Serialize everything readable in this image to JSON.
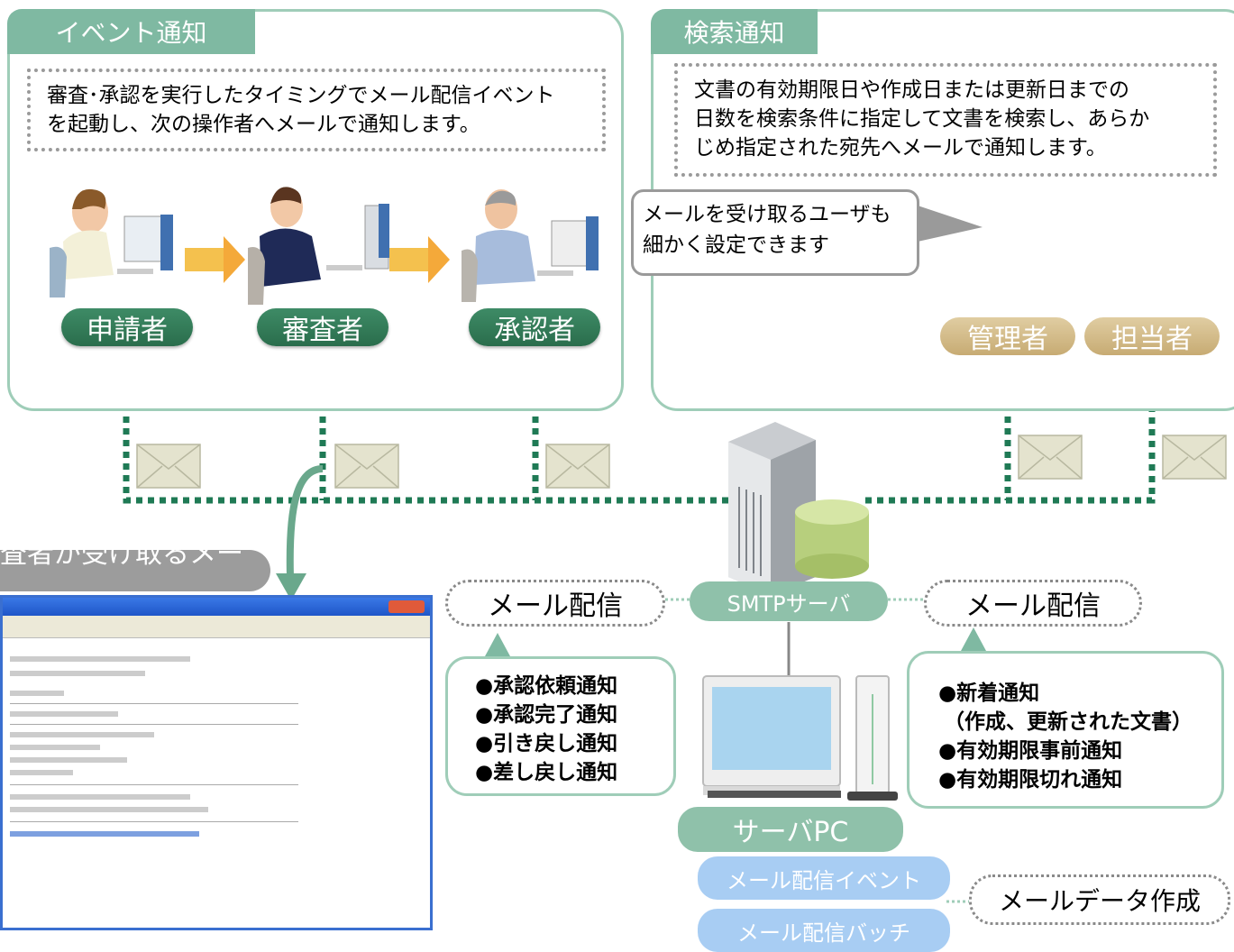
{
  "event_panel": {
    "title": "イベント通知",
    "description_line1": "審査･承認を実行したタイミングでメール配信イベント",
    "description_line2": "を起動し、次の操作者へメールで通知します。",
    "roles": [
      "申請者",
      "審査者",
      "承認者"
    ]
  },
  "search_panel": {
    "title": "検索通知",
    "description_line1": "文書の有効期限日や作成日または更新日までの",
    "description_line2": "日数を検索条件に指定して文書を検索し、あらか",
    "description_line3": "じめ指定された宛先へメールで通知します。",
    "callout_line1": "メールを受け取るユーザも",
    "callout_line2": "細かく設定できます",
    "roles": [
      "管理者",
      "担当者"
    ]
  },
  "mail_preview": {
    "caption": "審査者が受け取るメール"
  },
  "smtp_label": "SMTPサーバ",
  "delivery_left": {
    "label": "メール配信",
    "items": [
      "●承認依頼通知",
      "●承認完了通知",
      "●引き戻し通知",
      "●差し戻し通知"
    ]
  },
  "delivery_right": {
    "label": "メール配信",
    "items": [
      "●新着通知",
      "（作成、更新された文書）",
      "●有効期限事前通知",
      "●有効期限切れ通知"
    ]
  },
  "server_pc": {
    "label": "サーバPC",
    "event_label": "メール配信イベント",
    "batch_label": "メール配信バッチ",
    "data_creation_label": "メールデータ作成"
  }
}
